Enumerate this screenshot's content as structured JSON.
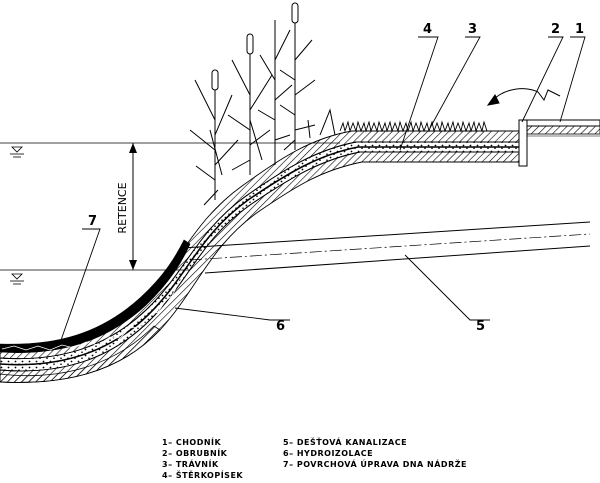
{
  "markers": [
    "1",
    "2",
    "3",
    "4",
    "5",
    "6",
    "7"
  ],
  "retence_label": "RETENCE",
  "legend_left": [
    "1– CHODNÍK",
    "2– OBRUBNÍK",
    "3– TRÁVNÍK",
    "4– ŠTĚRKOPÍSEK"
  ],
  "legend_right": [
    "5– DEŠŤOVÁ KANALIZACE",
    "6– HYDROIZOLACE",
    "7– POVRCHOVÁ ÚPRAVA DNA NÁDRŽE"
  ],
  "colors": {
    "line": "#000000",
    "background": "#ffffff"
  },
  "icons": [
    "water-level-icon",
    "flow-arrow-icon",
    "reed-plant-icon"
  ]
}
